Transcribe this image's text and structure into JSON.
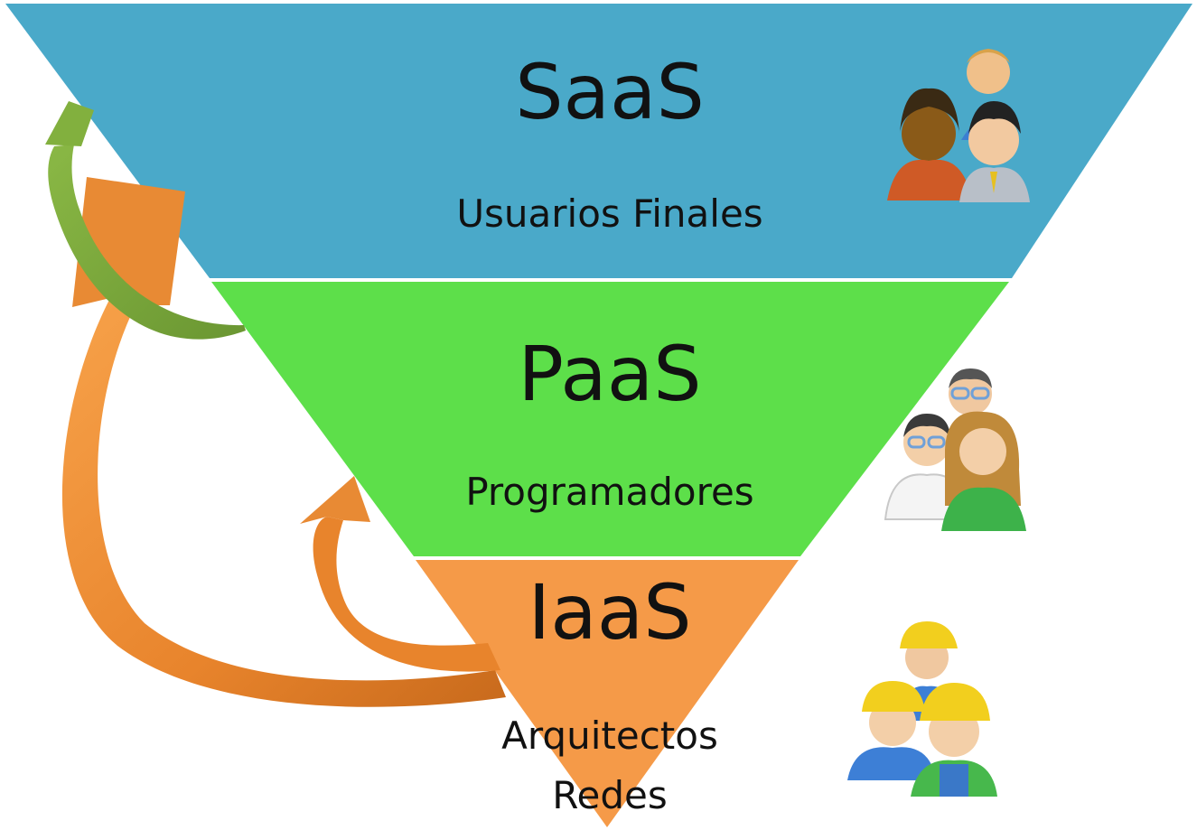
{
  "layers": [
    {
      "id": "saas",
      "title": "SaaS",
      "audience_lines": [
        "Usuarios Finales"
      ],
      "color": "#4aa9c9",
      "people_icon": "end-users-icon"
    },
    {
      "id": "paas",
      "title": "PaaS",
      "audience_lines": [
        "Programadores"
      ],
      "color": "#5ddf4a",
      "people_icon": "programmers-icon"
    },
    {
      "id": "iaas",
      "title": "IaaS",
      "audience_lines": [
        "Arquitectos",
        "Redes"
      ],
      "color": "#f59a48",
      "people_icon": "network-architects-icon"
    }
  ],
  "arrows": [
    {
      "from": "paas",
      "to": "saas",
      "color": "#7aa83c"
    },
    {
      "from": "iaas",
      "to": "saas",
      "color": "#e88a34"
    },
    {
      "from": "iaas",
      "to": "paas",
      "color": "#e88a34"
    }
  ]
}
